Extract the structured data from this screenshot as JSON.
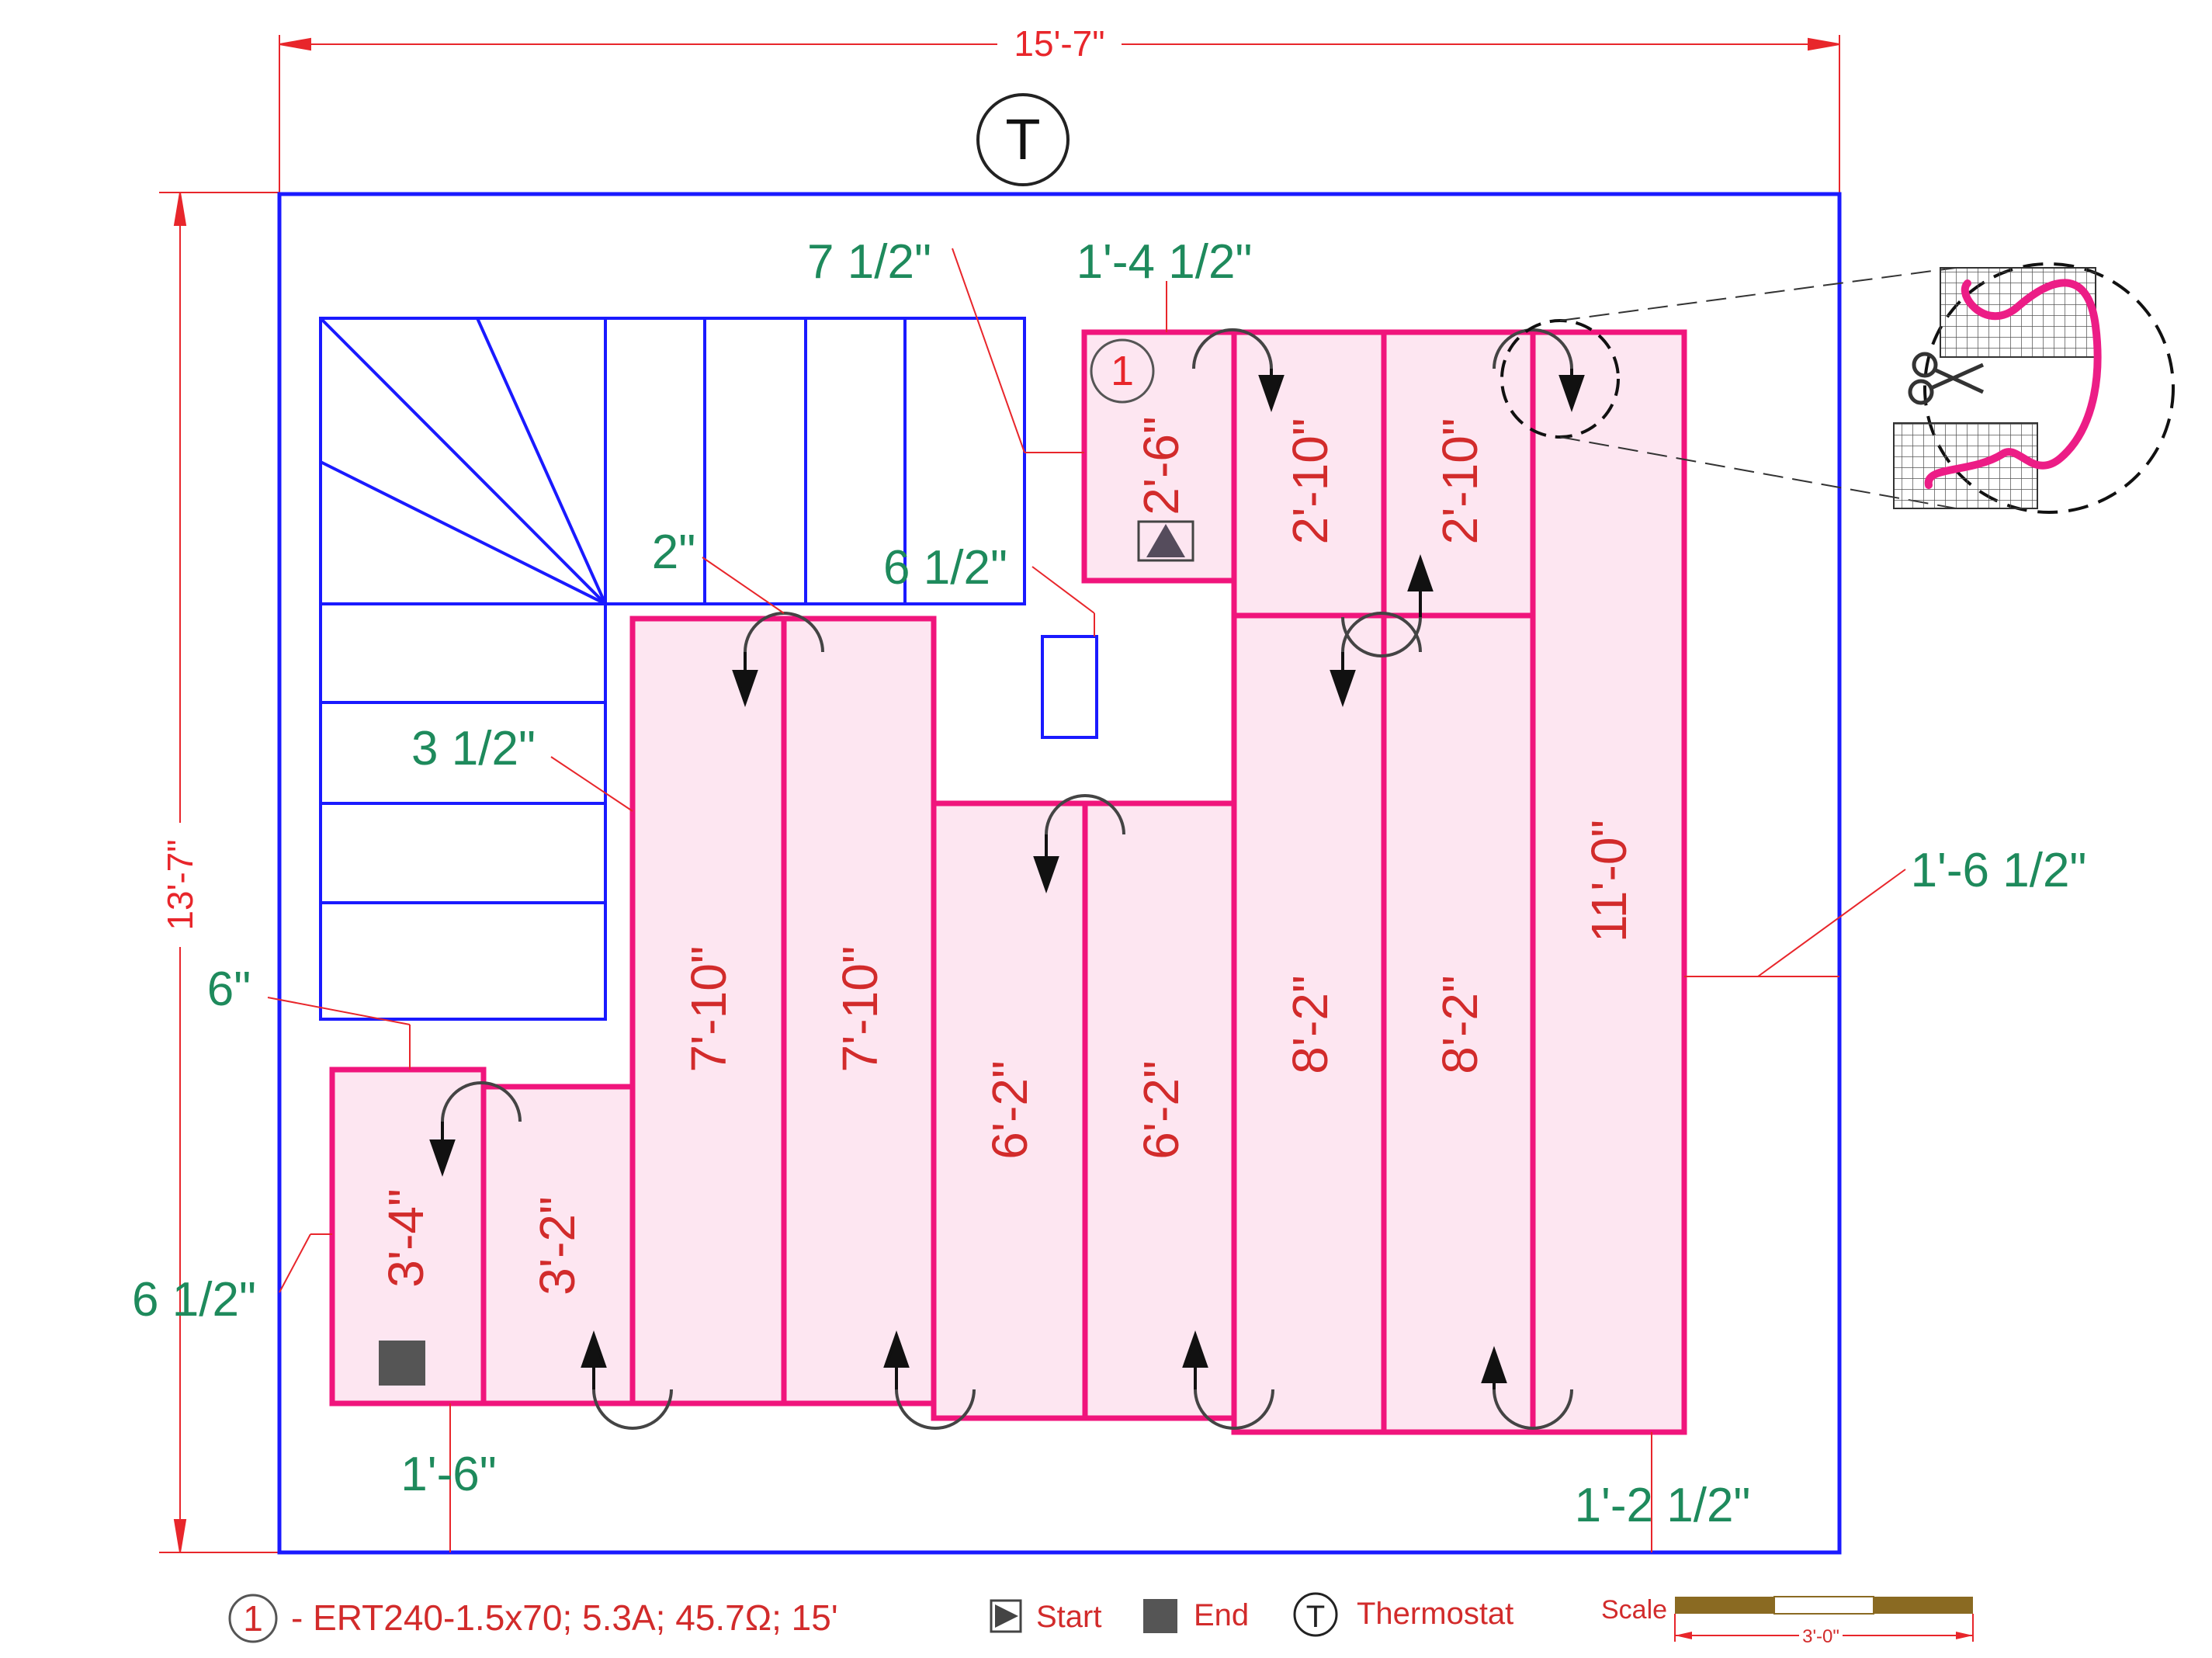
{
  "colors": {
    "wall": "#1a1aff",
    "mat_stroke": "#f0157c",
    "mat_fill": "#fde6f1",
    "dimension_red": "#e8262b",
    "dimension_green": "#1e8a5c",
    "label_red": "#d22b2b"
  },
  "overall": {
    "width": "15'-7\"",
    "height": "13'-7\""
  },
  "thermostat_symbol": "T",
  "circuit_number": "1",
  "clearances": {
    "c1": "7 1/2\"",
    "c2": "1'-4 1/2\"",
    "c3": "2\"",
    "c4": "6 1/2\"",
    "c5": "3 1/2\"",
    "c6": "6\"",
    "c7": "6 1/2\"",
    "c8": "1'-6\"",
    "c9": "1'-2 1/2\"",
    "c10": "1'-6 1/2\""
  },
  "mats": [
    {
      "name": "mat-run-1",
      "length": "3'-4\""
    },
    {
      "name": "mat-run-2",
      "length": "3'-2\""
    },
    {
      "name": "mat-run-3",
      "length": "7'-10\""
    },
    {
      "name": "mat-run-4",
      "length": "7'-10\""
    },
    {
      "name": "mat-run-5",
      "length": "6'-2\""
    },
    {
      "name": "mat-run-6",
      "length": "6'-2\""
    },
    {
      "name": "mat-run-7",
      "length": "8'-2\""
    },
    {
      "name": "mat-run-8",
      "length": "8'-2\""
    },
    {
      "name": "mat-run-9",
      "length": "11'-0\""
    },
    {
      "name": "mat-run-10",
      "length": "2'-10\""
    },
    {
      "name": "mat-run-11",
      "length": "2'-10\""
    },
    {
      "name": "mat-run-12",
      "length": "2'-6\""
    }
  ],
  "legend": {
    "circuit_number": "1",
    "circuit_spec": "- ERT240-1.5x70; 5.3A; 45.7Ω; 15'",
    "start_label": "Start",
    "end_label": "End",
    "thermostat_symbol": "T",
    "thermostat_label": "Thermostat",
    "scale_label": "Scale",
    "scale_value": "3'-0\""
  }
}
